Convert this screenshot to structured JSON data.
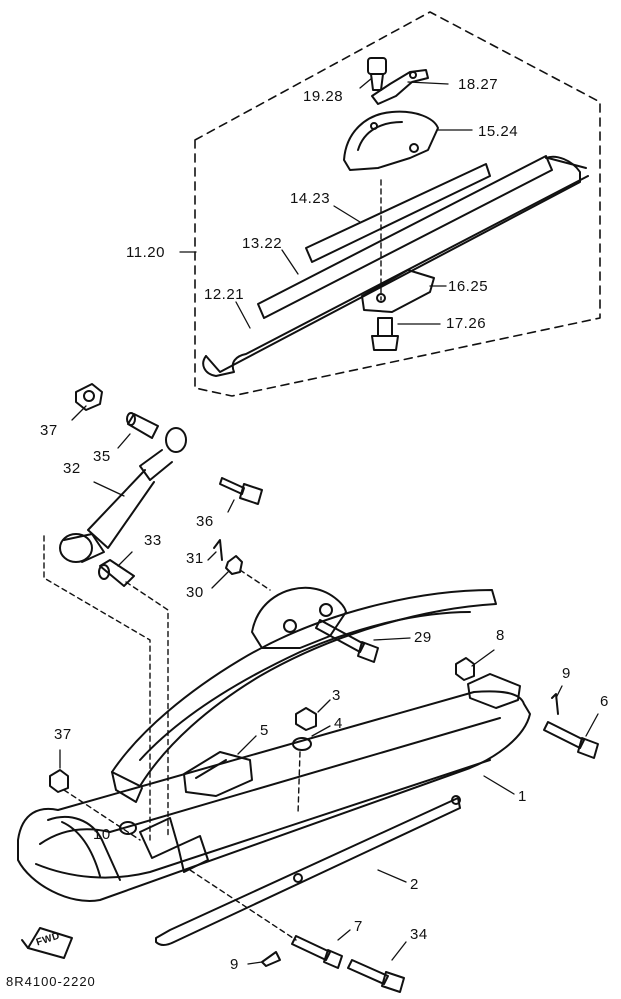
{
  "diagram": {
    "drawing_code": "8R4100-2220",
    "fwd_label": "FWD",
    "callouts": {
      "c19_28": "19.28",
      "c18_27": "18.27",
      "c15_24": "15.24",
      "c14_23": "14.23",
      "c11_20": "11.20",
      "c13_22": "13.22",
      "c12_21": "12.21",
      "c16_25": "16.25",
      "c17_26": "17.26",
      "c37a": "37",
      "c35": "35",
      "c32": "32",
      "c36": "36",
      "c33": "33",
      "c31": "31",
      "c30": "30",
      "c29": "29",
      "c8": "8",
      "c9a": "9",
      "c6": "6",
      "c3": "3",
      "c4": "4",
      "c5": "5",
      "c37b": "37",
      "c1": "1",
      "c10": "10",
      "c2": "2",
      "c7": "7",
      "c34": "34",
      "c9b": "9"
    }
  },
  "colors": {
    "ink": "#111111",
    "background": "#ffffff"
  }
}
